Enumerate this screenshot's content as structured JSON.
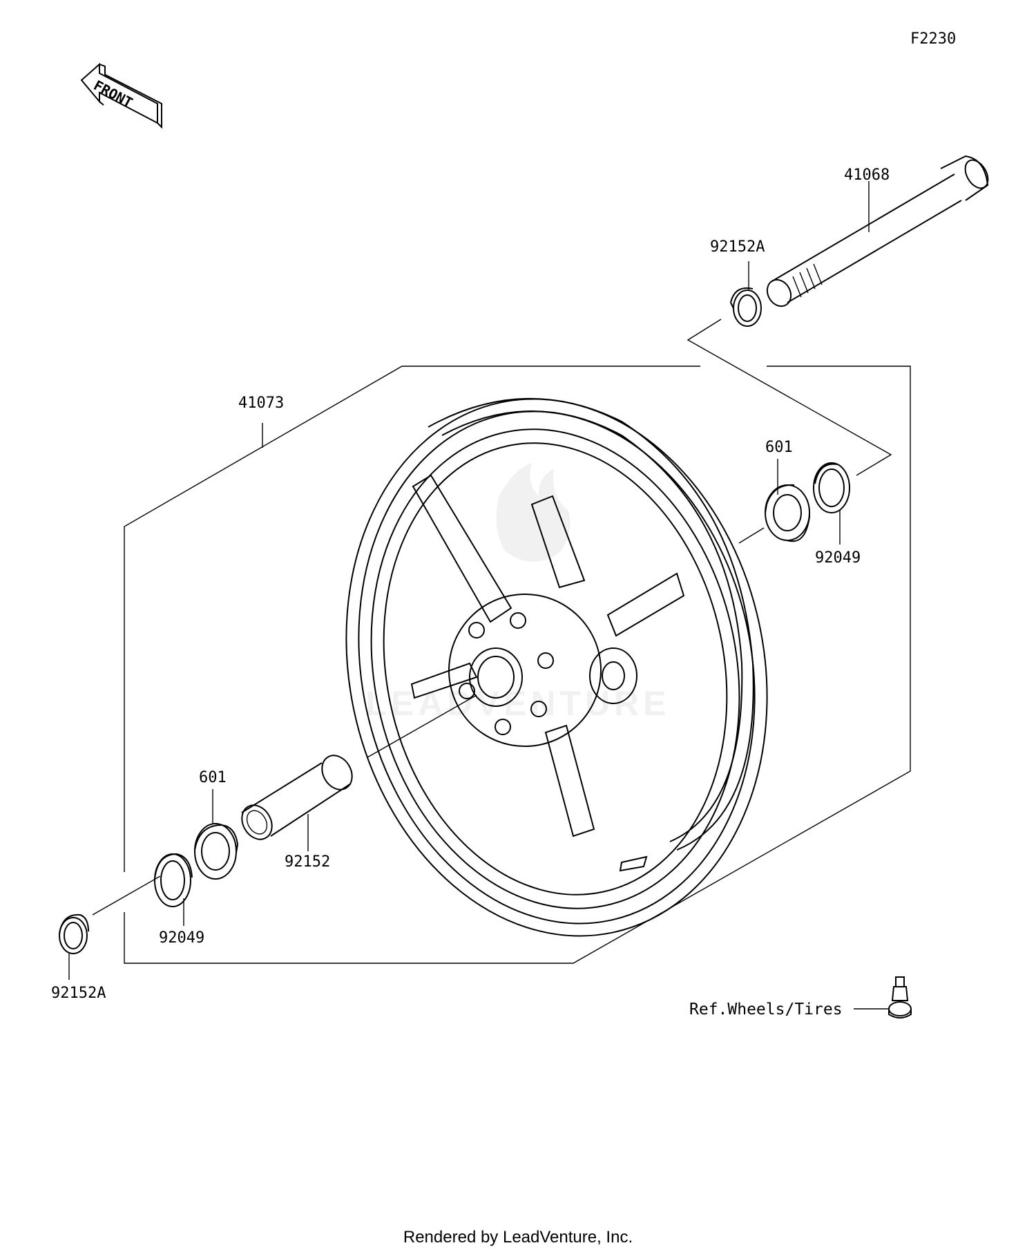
{
  "figure_code": "F2230",
  "front_label": "FRONT",
  "parts": {
    "axle": "41068",
    "collar_right": "92152A",
    "wheel": "41073",
    "bearing_right": "601",
    "seal_right": "92049",
    "bearing_left": "601",
    "spacer": "92152",
    "seal_left": "92049",
    "collar_left": "92152A"
  },
  "reference": "Ref.Wheels/Tires",
  "footer": "Rendered by LeadVenture, Inc.",
  "watermark": "LEADVENTURE",
  "colors": {
    "ink": "#000000",
    "background": "#ffffff",
    "watermark": "#e6e6e6"
  }
}
